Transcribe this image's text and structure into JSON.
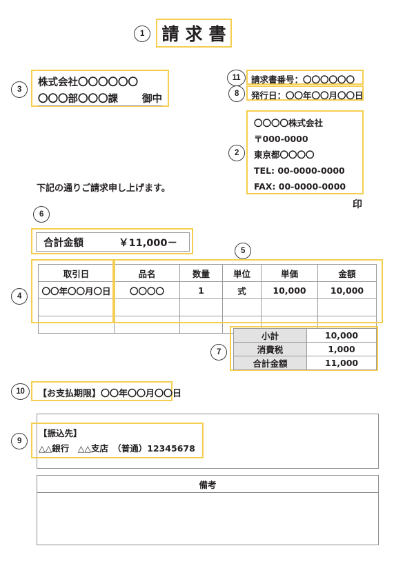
{
  "document": {
    "title": "請求書",
    "lead_sentence": "下記の通りご請求申し上げます。",
    "seal_mark": "印"
  },
  "markers": {
    "title": "1",
    "issuer": "2",
    "customer": "3",
    "table_left": "4",
    "table_right": "5",
    "grand_total": "6",
    "totals": "7",
    "issue_date": "8",
    "bank": "9",
    "due_date": "10",
    "invoice_number": "11"
  },
  "customer": {
    "company": "株式会社〇〇〇〇〇〇",
    "department": "〇〇〇部〇〇〇課",
    "honorific": "御中"
  },
  "meta": {
    "invoice_number": "請求書番号：〇〇〇〇〇〇",
    "issue_date": "発行日：〇〇年〇〇月〇〇日"
  },
  "issuer": {
    "lines": [
      "〇〇〇〇株式会社",
      "〒000-0000",
      "東京都〇〇〇〇",
      "TEL: 00-0000-0000",
      "FAX: 00-0000-0000"
    ]
  },
  "grand_total": {
    "label": "合計金額",
    "value": "￥11,000－"
  },
  "items_table": {
    "headers": [
      "取引日",
      "品名",
      "数量",
      "単位",
      "単価",
      "金額"
    ],
    "rows": [
      [
        "〇〇年〇〇月〇日",
        "〇〇〇〇",
        "1",
        "式",
        "10,000",
        "10,000"
      ],
      [
        "",
        "",
        "",
        "",
        "",
        ""
      ],
      [
        "",
        "",
        "",
        "",
        "",
        ""
      ]
    ]
  },
  "totals_table": {
    "rows": [
      {
        "label": "小計",
        "value": "10,000"
      },
      {
        "label": "消費税",
        "value": "1,000"
      },
      {
        "label": "合計金額",
        "value": "11,000"
      }
    ]
  },
  "due": {
    "text": "【お支払期限】〇〇年〇〇月〇〇日"
  },
  "bank": {
    "title": "【振込先】",
    "account": "△△銀行　△△支店　（普通）12345678"
  },
  "remarks": {
    "header": "備考",
    "body": ""
  },
  "colors": {
    "accent": "#f6ce4f",
    "text": "#231f20",
    "border": "#9a9a9a",
    "label_fill": "#e3e3e3"
  }
}
